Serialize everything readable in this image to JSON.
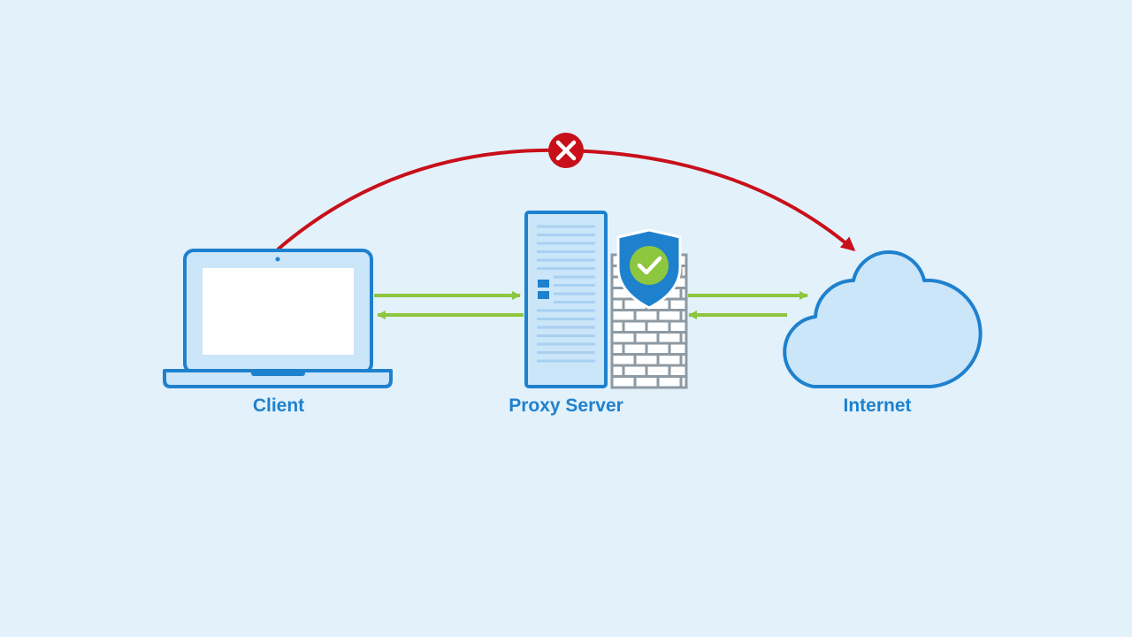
{
  "colors": {
    "background": "#e3f1fb",
    "primary_blue": "#1e81ce",
    "light_blue": "#cbe5f9",
    "screen_white": "#ffffff",
    "server_stripe": "#a9d0f1",
    "blocked_red": "#c8101a",
    "allowed_green": "#8dc63f",
    "firewall_gray": "#8e9aa3",
    "label_blue": "#1e81ce"
  },
  "nodes": [
    {
      "id": "client",
      "label": "Client",
      "icon": "laptop-icon"
    },
    {
      "id": "proxy",
      "label": "Proxy Server",
      "icon": "server-icon"
    },
    {
      "id": "internet",
      "label": "Internet",
      "icon": "cloud-icon"
    }
  ],
  "security": {
    "firewall_icon": "firewall-brick-wall-icon",
    "shield_icon": "shield-check-icon"
  },
  "connections": [
    {
      "from": "client",
      "to": "proxy",
      "style": "green-arrow",
      "direction": "forward"
    },
    {
      "from": "proxy",
      "to": "client",
      "style": "green-arrow",
      "direction": "return"
    },
    {
      "from": "proxy",
      "to": "internet",
      "style": "green-arrow",
      "direction": "forward"
    },
    {
      "from": "internet",
      "to": "proxy",
      "style": "green-arrow",
      "direction": "return"
    },
    {
      "from": "client",
      "to": "internet",
      "style": "red-arc",
      "status": "blocked",
      "icon": "blocked-x-icon"
    }
  ]
}
